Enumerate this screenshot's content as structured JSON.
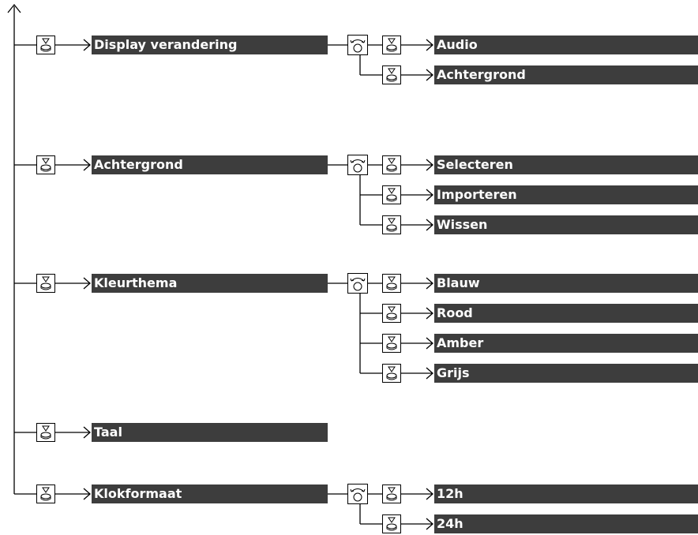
{
  "menu": [
    {
      "label": "Display verandering",
      "options": [
        "Audio",
        "Achtergrond"
      ]
    },
    {
      "label": "Achtergrond",
      "options": [
        "Selecteren",
        "Importeren",
        "Wissen"
      ]
    },
    {
      "label": "Kleurthema",
      "options": [
        "Blauw",
        "Rood",
        "Amber",
        "Grijs"
      ]
    },
    {
      "label": "Taal",
      "options": []
    },
    {
      "label": "Klokformaat",
      "options": [
        "12h",
        "24h"
      ]
    }
  ],
  "icons": {
    "press": "knob-press-icon",
    "rotate": "knob-rotate-icon"
  },
  "colors": {
    "label_bg": "#3d3d3d",
    "label_text": "#ffffff",
    "line": "#000000"
  }
}
